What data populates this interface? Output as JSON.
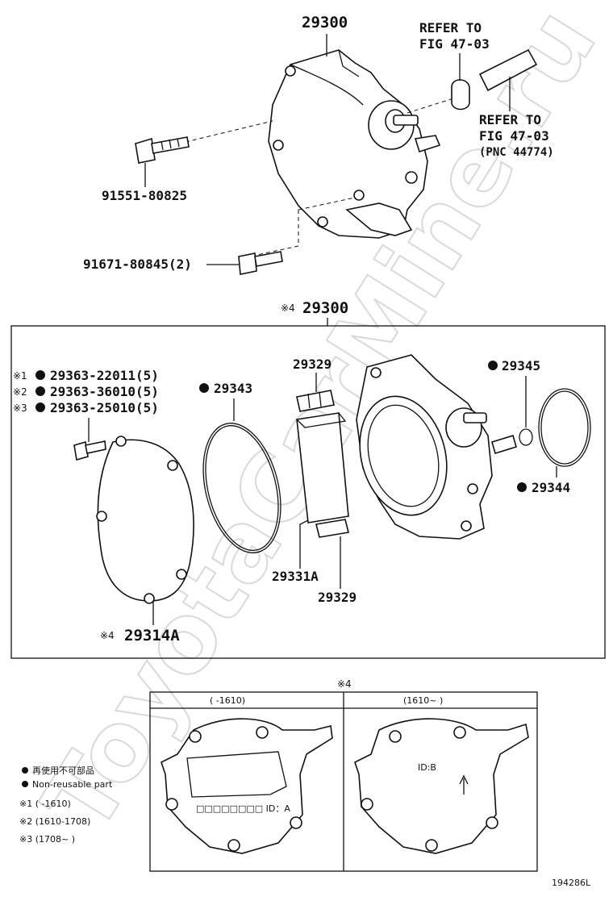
{
  "watermark": "ToyotaCarMine.ru",
  "top": {
    "assembly_pn": "29300",
    "refer_a": [
      "REFER TO",
      "FIG 47-03"
    ],
    "refer_b": [
      "REFER TO",
      "FIG 47-03",
      "(PNC 44774)"
    ],
    "bolt_a": "91551-80825",
    "bolt_b": "91671-80845(2)"
  },
  "kit": {
    "mark": "※4",
    "assembly_pn": "29300",
    "screws": [
      {
        "mark": "※1",
        "pn": "29363-22011(5)"
      },
      {
        "mark": "※2",
        "pn": "29363-36010(5)"
      },
      {
        "mark": "※3",
        "pn": "29363-25010(5)"
      }
    ],
    "oring": "29343",
    "cap_top": "29329",
    "vane": "29331A",
    "cap_bottom": "29329",
    "seal_small": "29345",
    "seal_large": "29344",
    "cover_mark": "※4",
    "cover": "29314A"
  },
  "compare": {
    "mark": "※4",
    "left_header": "(      -1610)",
    "right_header": "(1610~      )",
    "left_label": "□□□□□□□□ ID：A",
    "right_label": "ID:B"
  },
  "legend": {
    "line1": "再使用不可部品",
    "line2": "Non-reusable part",
    "r1": "※1 (      -1610)",
    "r2": "※2 (1610-1708)",
    "r3": "※3 (1708~      )"
  },
  "figure_id": "194286L"
}
